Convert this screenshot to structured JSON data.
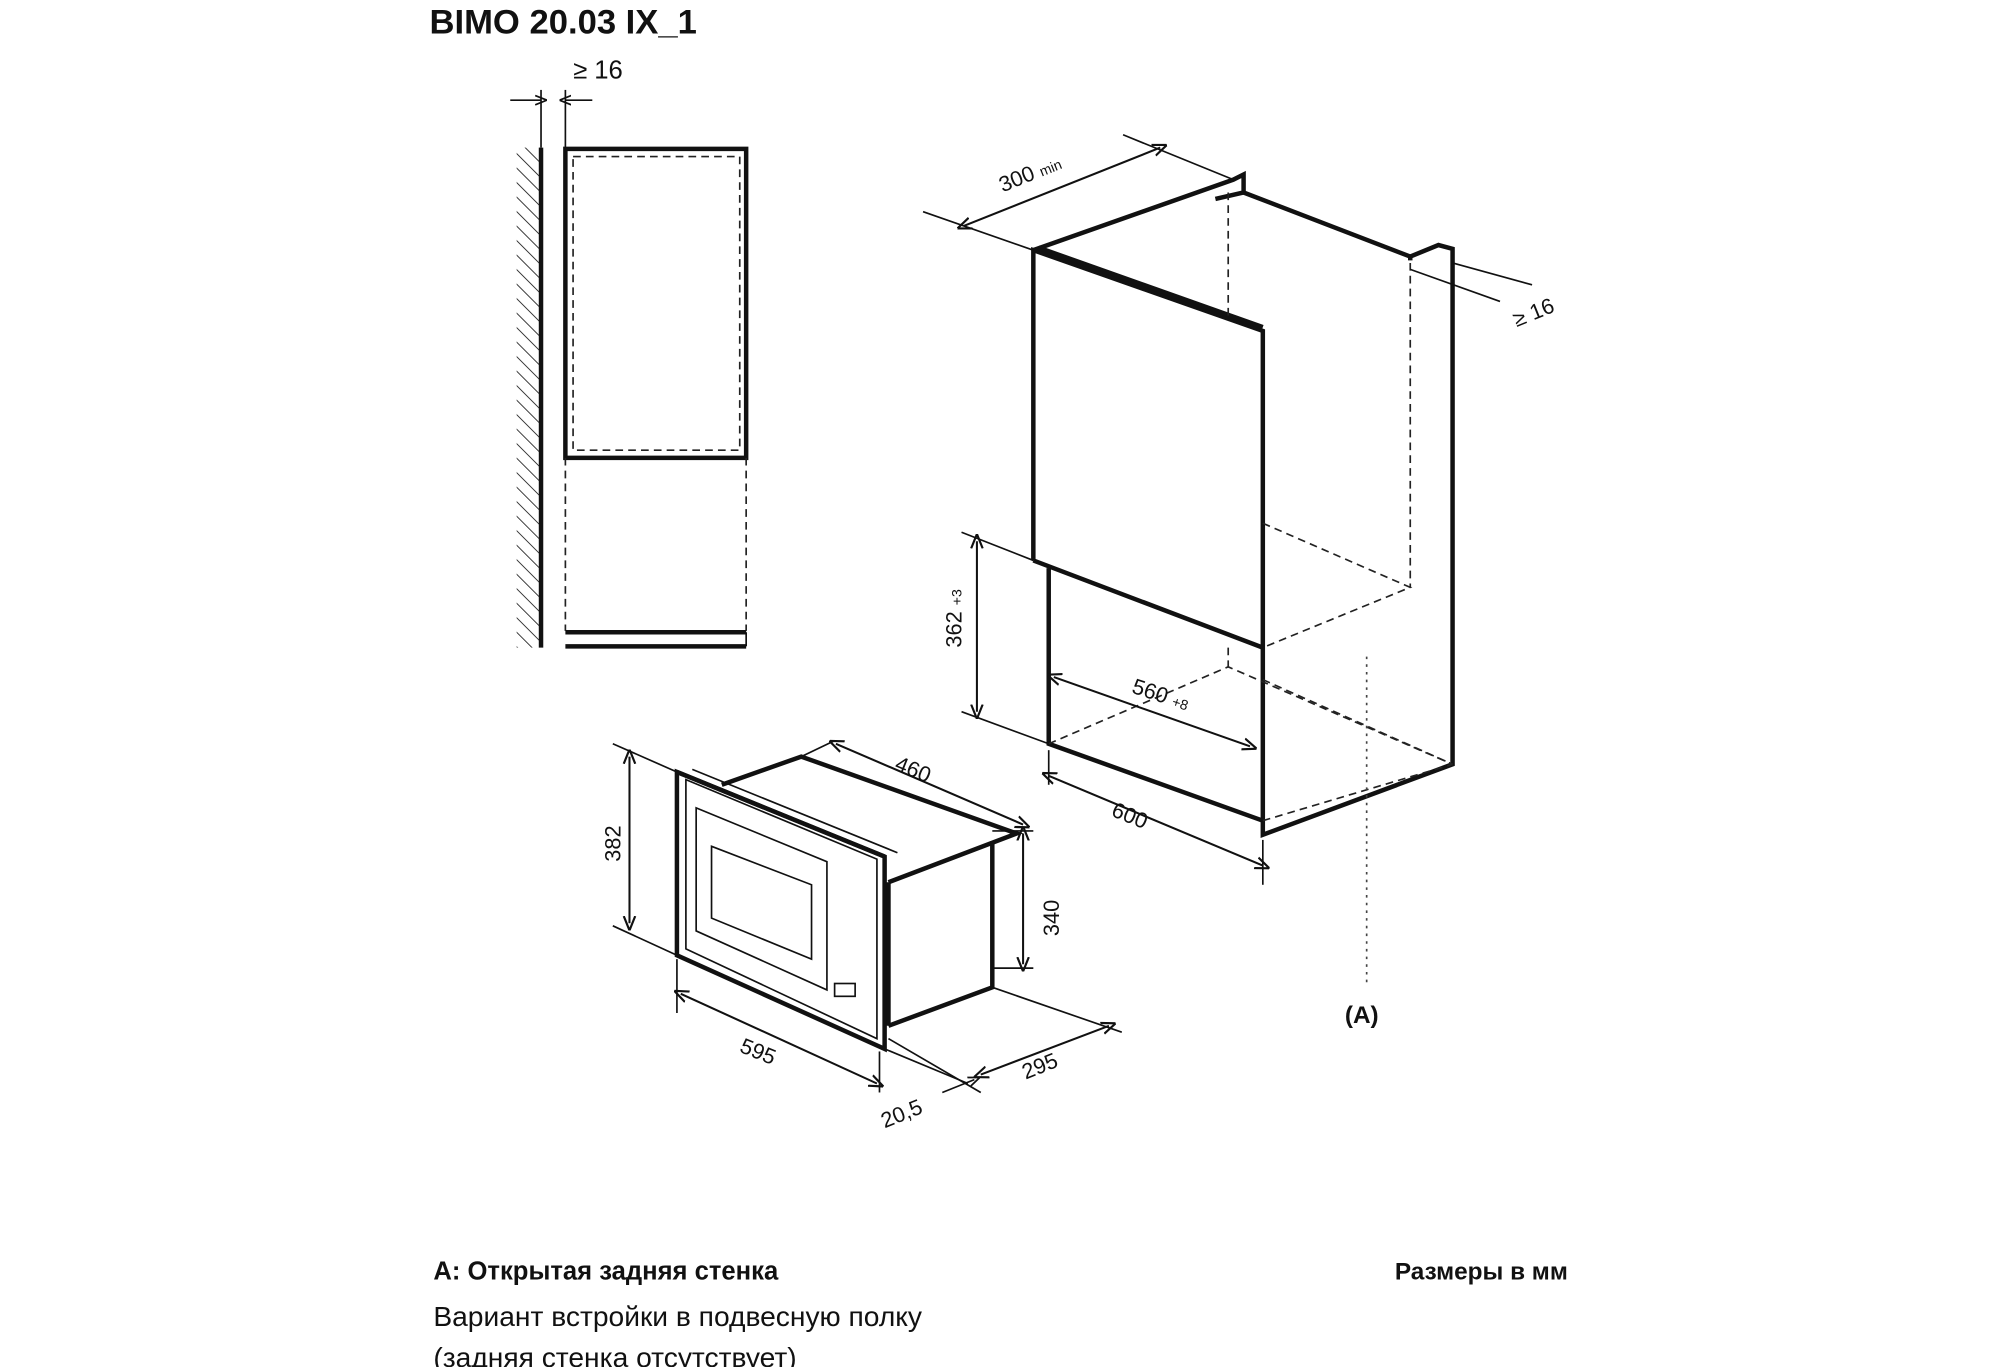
{
  "title": "BIMO 20.03 IX_1",
  "dimensions": {
    "wall_gap": "≥ 16",
    "depth_min": "300",
    "depth_min_suffix": "min",
    "side_gap": "≥ 16",
    "opening_height": "362",
    "opening_height_tol": "+3",
    "opening_width": "560",
    "opening_width_tol": "+8",
    "cabinet_width": "600",
    "oven_depth_top": "460",
    "oven_front_height": "382",
    "oven_body_height": "340",
    "oven_front_width": "595",
    "oven_body_depth": "295",
    "front_thickness": "20,5"
  },
  "marker_a": "(A)",
  "notes": {
    "a_label": "A:",
    "a_text": "Открытая задняя стенка",
    "units": "Размеры в мм",
    "line1": "Вариант встройки в подвесную полку",
    "line2": "(задняя стенка отсутствует)"
  }
}
